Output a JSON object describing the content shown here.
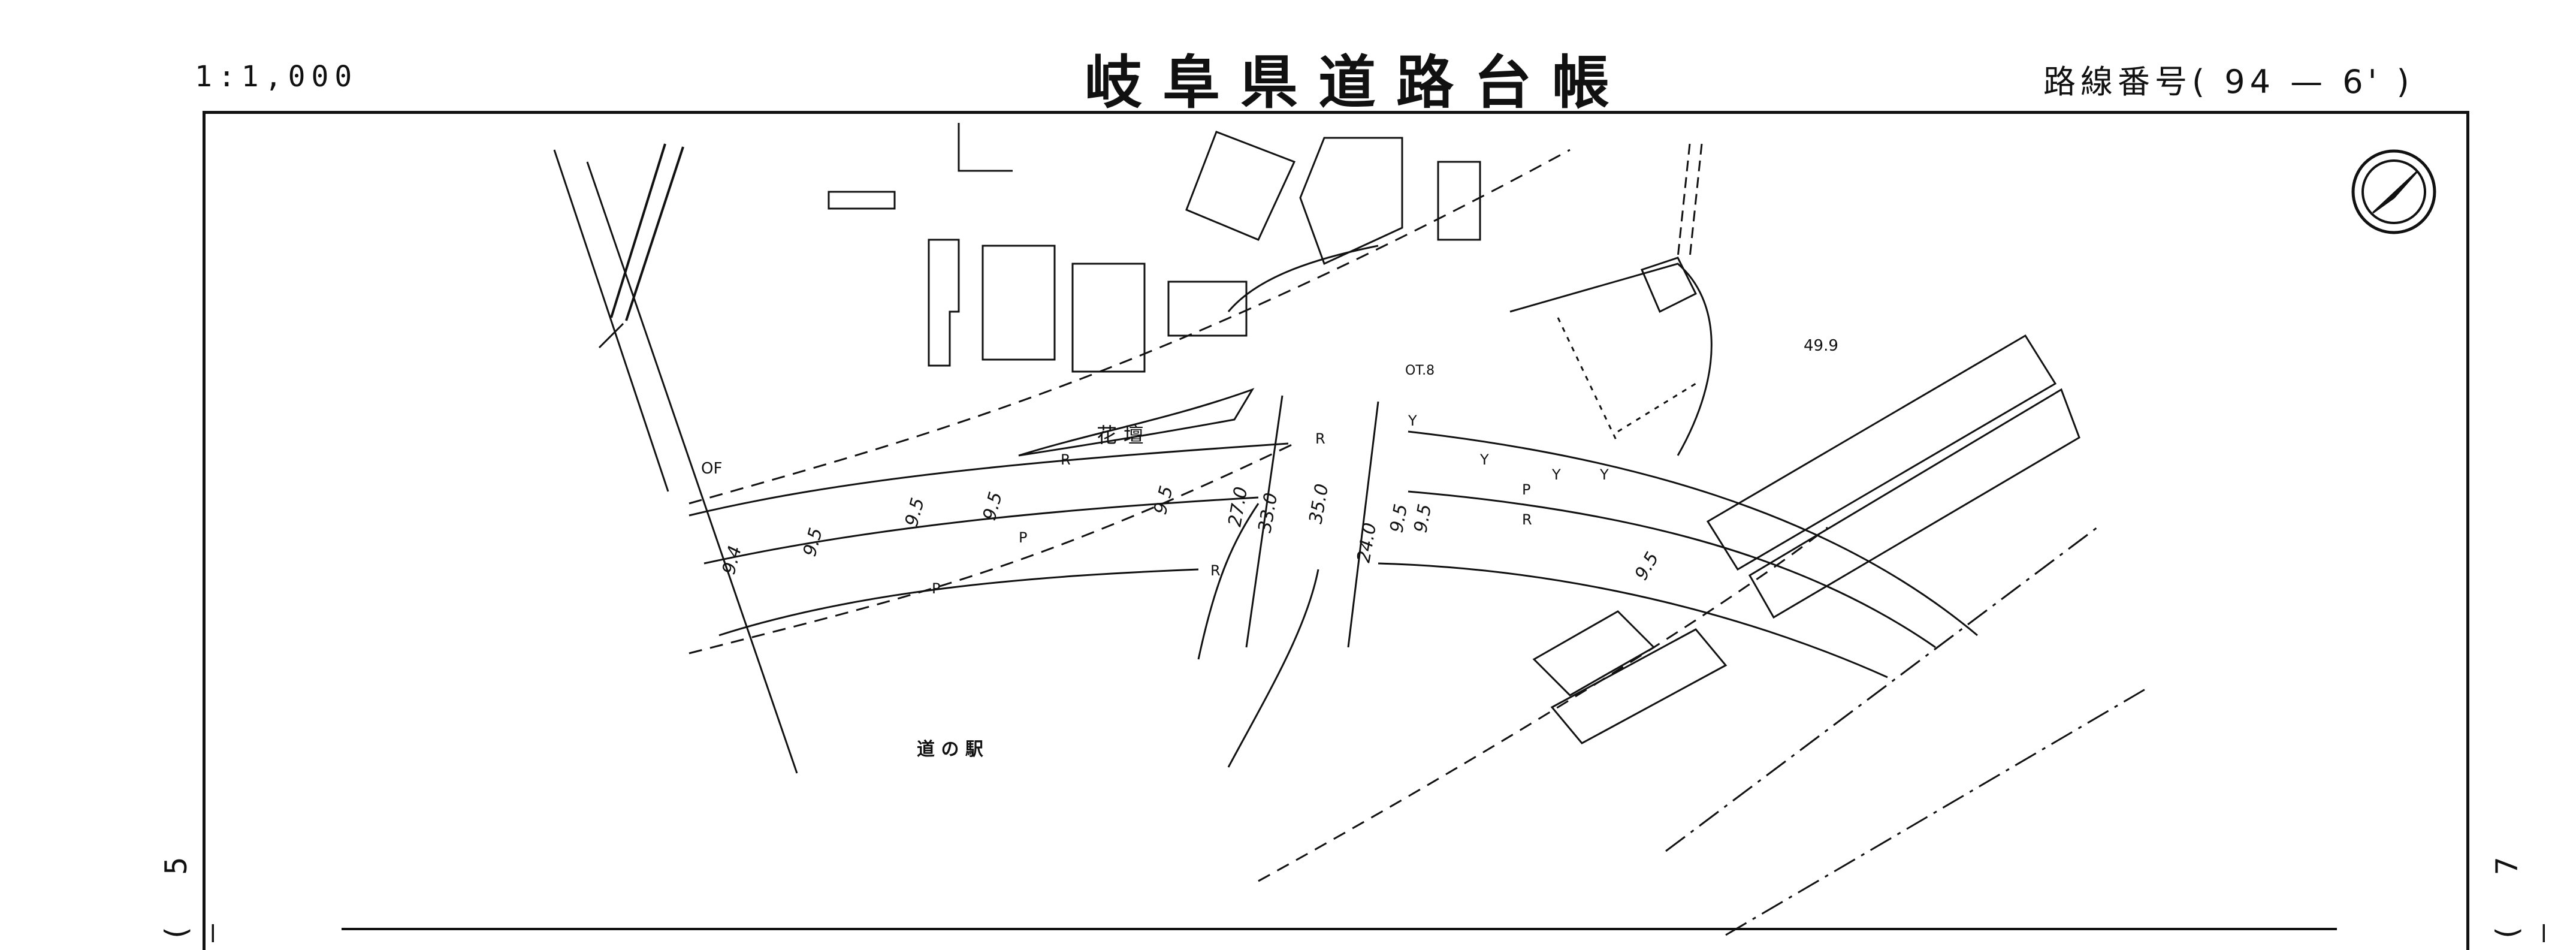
{
  "header": {
    "scale": "1:1,000",
    "title": "岐阜県道路台帳",
    "route": "路線番号( 94 — 6' )"
  },
  "side_refs": {
    "left": "( 5 —",
    "right": "( 7 —"
  },
  "map": {
    "labels": {
      "flowerbed": "花 壇",
      "michinoeki": "道 の 駅",
      "elevation": "49.9",
      "of": "OF",
      "ot": "OT.8"
    },
    "widths": [
      "9.4",
      "9.5",
      "9.5",
      "9.5",
      "9.5",
      "27.0",
      "33.0",
      "35.0",
      "24.0",
      "9.5",
      "9.5",
      "9.5"
    ],
    "symbols": [
      "R",
      "R",
      "R",
      "R",
      "P",
      "P",
      "P",
      "Y",
      "Y",
      "Y",
      "Y"
    ],
    "north_arrow": "north-arrow-icon"
  }
}
